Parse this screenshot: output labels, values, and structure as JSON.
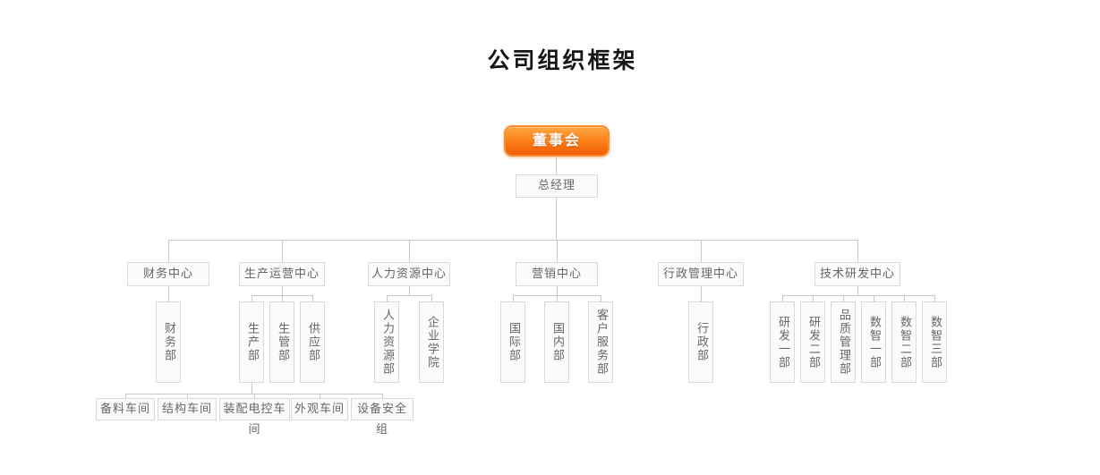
{
  "title": "公司组织框架",
  "colors": {
    "accent": "#f5650a"
  },
  "nodes": {
    "board": "董事会",
    "general_manager": "总经理"
  },
  "centers": [
    {
      "label": "财务中心",
      "departments": [
        "财务部"
      ]
    },
    {
      "label": "生产运营中心",
      "departments": [
        "生产部",
        "生管部",
        "供应部"
      ]
    },
    {
      "label": "人力资源中心",
      "departments": [
        "人力资源部",
        "企业学院"
      ]
    },
    {
      "label": "营销中心",
      "departments": [
        "国际部",
        "国内部",
        "客户服务部"
      ]
    },
    {
      "label": "行政管理中心",
      "departments": [
        "行政部"
      ]
    },
    {
      "label": "技术研发中心",
      "departments": [
        "研发一部",
        "研发二部",
        "品质管理部",
        "数智一部",
        "数智二部",
        "数智三部"
      ]
    }
  ],
  "workshops": [
    "备料车间",
    "结构车间",
    "装配电控车间",
    "外观车间",
    "设备安全组"
  ]
}
